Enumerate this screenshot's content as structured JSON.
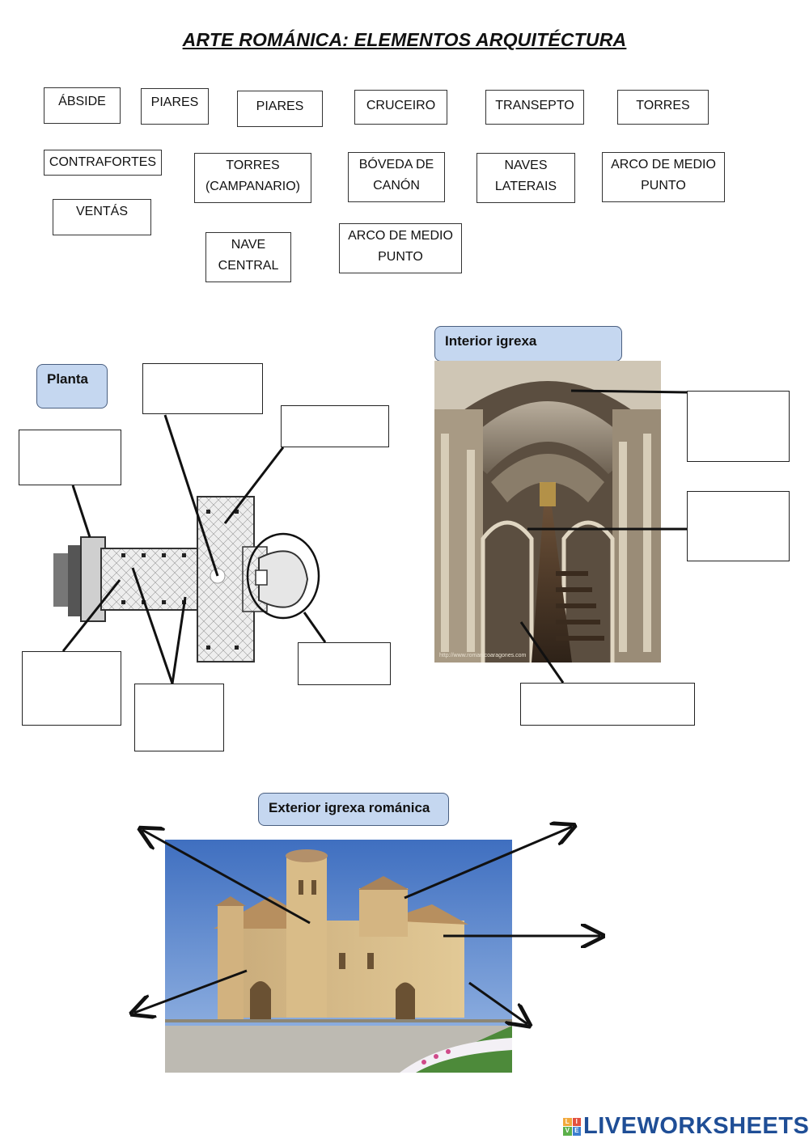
{
  "title": "ARTE ROMÁNICA: ELEMENTOS ARQUITÉCTURA",
  "word_bank": [
    {
      "id": "w1",
      "lines": [
        "ÁBSIDE"
      ]
    },
    {
      "id": "w2",
      "lines": [
        "PIARES"
      ]
    },
    {
      "id": "w3",
      "lines": [
        "PIARES"
      ]
    },
    {
      "id": "w4",
      "lines": [
        "CRUCEIRO"
      ]
    },
    {
      "id": "w5",
      "lines": [
        "TRANSEPTO"
      ]
    },
    {
      "id": "w6",
      "lines": [
        "TORRES"
      ]
    },
    {
      "id": "w7",
      "lines": [
        "CONTRAFORTES"
      ]
    },
    {
      "id": "w8",
      "lines": [
        "TORRES",
        "(CAMPANARIO)"
      ]
    },
    {
      "id": "w9",
      "lines": [
        "BÓVEDA DE",
        "CANÓN"
      ]
    },
    {
      "id": "w10",
      "lines": [
        "NAVES",
        "LATERAIS"
      ]
    },
    {
      "id": "w11",
      "lines": [
        "ARCO DE MEDIO",
        "PUNTO"
      ]
    },
    {
      "id": "w12",
      "lines": [
        "VENTÁS"
      ]
    },
    {
      "id": "w13",
      "lines": [
        "NAVE",
        "CENTRAL"
      ]
    },
    {
      "id": "w14",
      "lines": [
        "ARCO DE MEDIO",
        "PUNTO"
      ]
    }
  ],
  "sections": {
    "planta": "Planta",
    "interior": "Interior igrexa",
    "exterior": "Exterior igrexa románica"
  },
  "photo_caption": "http://www.romanicoaragones.com",
  "colors": {
    "label_fill": "#c5d7f0",
    "label_border": "#4a5f80",
    "brand": "#1f4e96"
  },
  "logo": {
    "text": "LIVEWORKSHEETS",
    "icon_letters": [
      "L",
      "I",
      "V",
      "E"
    ]
  }
}
